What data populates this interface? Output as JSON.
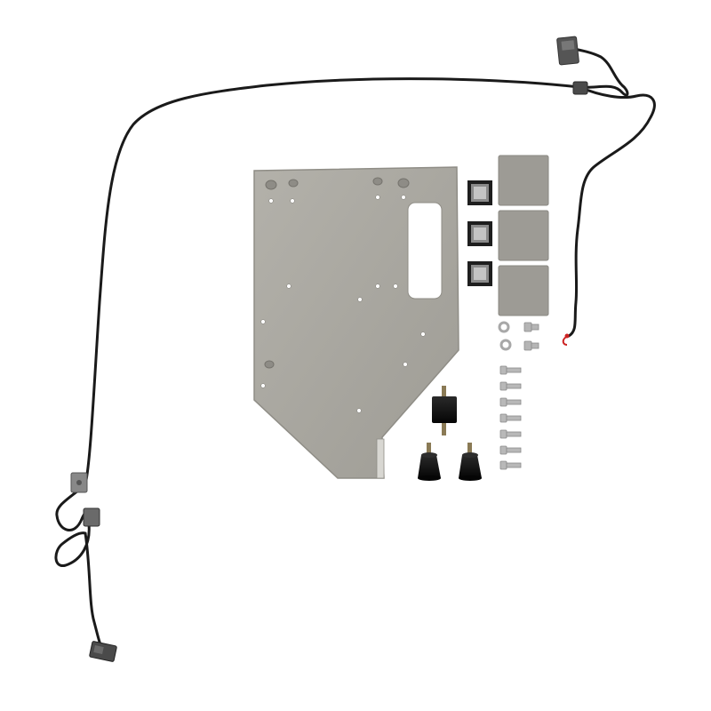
{
  "product": {
    "kind": "mounting bracket kit",
    "components": [
      "wiring-harness",
      "mounting-plate",
      "adhesive-pad",
      "foam-pad",
      "washer",
      "hex-bolt",
      "rubber-isolator",
      "rubber-bumper"
    ]
  },
  "colors": {
    "background": "#ffffff",
    "plate": "#a8a69f",
    "plate_edge": "#8f8d86",
    "cable": "#1a1a1a",
    "connector": "#5a5a5a",
    "rubber": "#111111",
    "foam_pad": "#9d9b95",
    "hardware": "#b8b8b8",
    "wire_tip": "#cc2222"
  },
  "counts": {
    "adhesive_pads": 3,
    "foam_pads": 3,
    "washers": 2,
    "short_bolts": 2,
    "long_bolts": 7,
    "rubber_isolators": 1,
    "rubber_bumpers": 2
  }
}
